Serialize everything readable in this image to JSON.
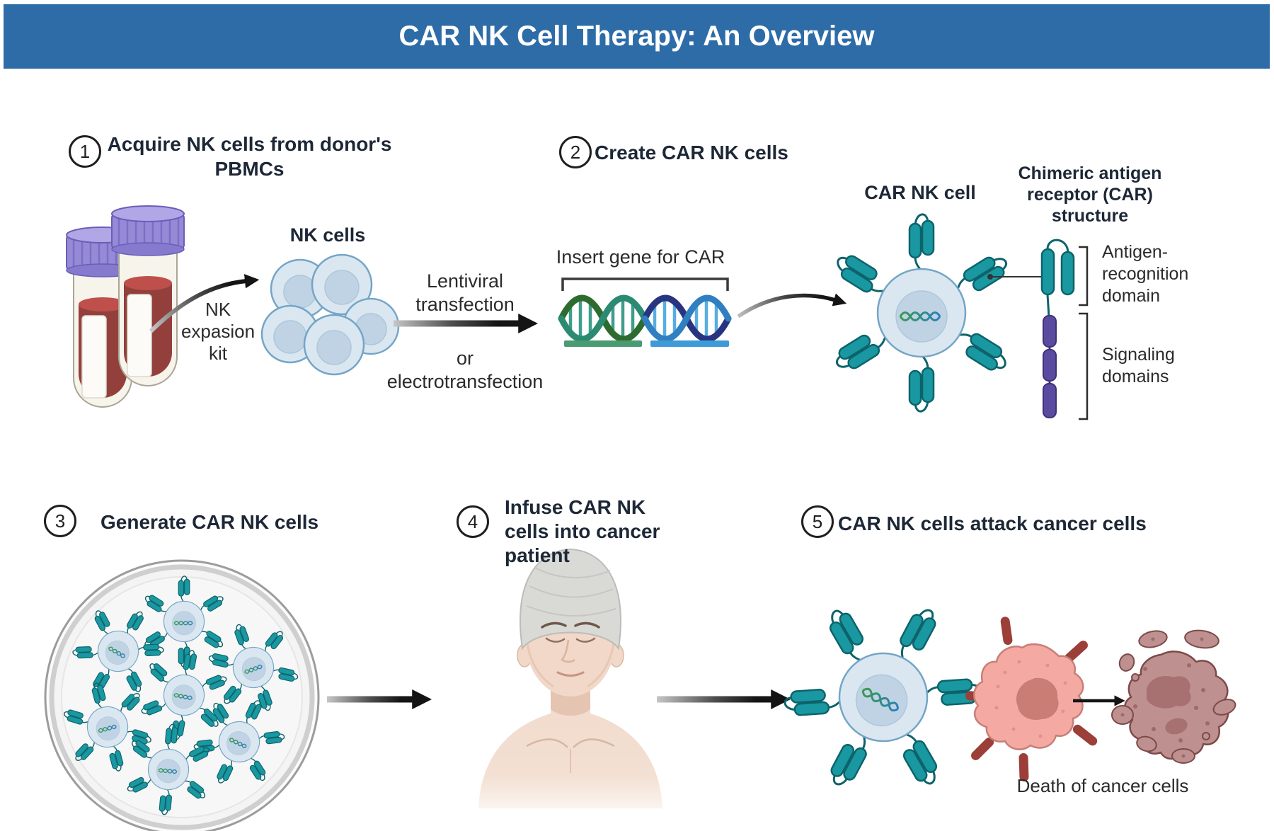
{
  "header": {
    "title": "CAR NK Cell Therapy: An Overview"
  },
  "steps": [
    {
      "num": "1",
      "title": "Acquire NK cells from donor's\nPBMCs"
    },
    {
      "num": "2",
      "title": "Create CAR NK cells"
    },
    {
      "num": "3",
      "title": "Generate CAR NK cells"
    },
    {
      "num": "4",
      "title": "Infuse CAR NK\ncells into cancer\npatient"
    },
    {
      "num": "5",
      "title": "CAR NK cells attack cancer cells"
    }
  ],
  "labels": {
    "nk_expansion_kit": "NK\nexpasion\nkit",
    "nk_cells": "NK cells",
    "lentiviral": "Lentiviral\ntransfection",
    "electro": "or\nelectrotransfection",
    "insert_gene": "Insert gene for CAR",
    "car_nk_cell": "CAR NK cell",
    "car_structure": "Chimeric antigen\nreceptor (CAR)\nstructure",
    "antigen_domain": "Antigen-\nrecognition\ndomain",
    "signaling_domains": "Signaling\ndomains",
    "death_of_cancer_cells": "Death of cancer cells"
  },
  "colors": {
    "banner_blue": "#2e6ca8",
    "heading_navy": "#1d2736",
    "receptor_teal": "#1998a1",
    "signaling_purple": "#5a4ba0",
    "cell_fill": "#dae7f1",
    "cancer_pink": "#f4aaa3",
    "dead_cell_mauve": "#bf9090",
    "dna_green_dark": "#2e6b2f",
    "dna_teal_green": "#2b8b72",
    "dna_navy": "#283480",
    "dna_blue": "#2f7fc1",
    "gene_bar_green": "#4a9a72",
    "gene_bar_blue": "#3f9ad8",
    "tube_cap_purple": "#968ad6",
    "blood_red": "#93403c"
  }
}
